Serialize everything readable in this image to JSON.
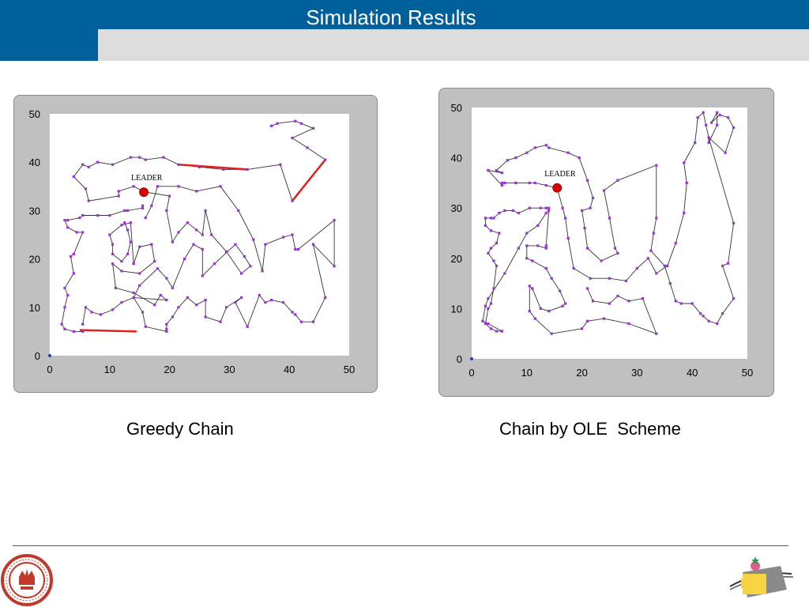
{
  "slide": {
    "title": "Simulation Results"
  },
  "captions": {
    "greedy": "Greedy Chain",
    "ole": "Chain by OLE  Scheme"
  },
  "colors": {
    "header": "#00609c",
    "header_strip": "#dcdcdc",
    "frame": "#c0c0c0",
    "node": "#9b30d8",
    "chain_line": "#333333",
    "long_link": "#e02020",
    "leader": "#e00000",
    "sink": "#1f3fbf"
  },
  "chart_data": [
    {
      "type": "line",
      "xlim": [
        0,
        50
      ],
      "ylim": [
        0,
        50
      ],
      "x_ticks": [
        "0",
        "10",
        "20",
        "30",
        "40",
        "50"
      ],
      "y_ticks": [
        "0",
        "10",
        "20",
        "30",
        "40",
        "50"
      ],
      "grid": false,
      "leader": {
        "label": "LEADER",
        "x": 15.7,
        "y": 33.8
      },
      "sink": {
        "x": 0,
        "y": 0
      },
      "path": [
        [
          16,
          28.5
        ],
        [
          17,
          31
        ],
        [
          18,
          35
        ],
        [
          21.5,
          35
        ],
        [
          24.5,
          34
        ],
        [
          28.5,
          35
        ],
        [
          31.5,
          30
        ],
        [
          34,
          24
        ],
        [
          35.5,
          17.5
        ],
        [
          36,
          23
        ],
        [
          39,
          24.5
        ],
        [
          40.5,
          25
        ],
        [
          41,
          22
        ],
        [
          41.5,
          22
        ],
        [
          47.5,
          28
        ],
        [
          47.5,
          18.5
        ],
        [
          44,
          23
        ],
        [
          46,
          12
        ],
        [
          44,
          7
        ],
        [
          42,
          7
        ],
        [
          41,
          8.5
        ],
        [
          40.5,
          9
        ],
        [
          39,
          11
        ],
        [
          37,
          11.5
        ],
        [
          36,
          11
        ],
        [
          35,
          12.5
        ],
        [
          33,
          6
        ],
        [
          31,
          11
        ],
        [
          32,
          12
        ],
        [
          29.5,
          10
        ],
        [
          28.5,
          7
        ],
        [
          26,
          8
        ],
        [
          26,
          11.5
        ],
        [
          24.5,
          10.5
        ],
        [
          23,
          12
        ],
        [
          21.5,
          10
        ],
        [
          20.5,
          8
        ],
        [
          19.5,
          6.5
        ],
        [
          19.5,
          5.5
        ],
        [
          19.5,
          5
        ],
        [
          16,
          6
        ],
        [
          15.5,
          9
        ],
        [
          14,
          12
        ],
        [
          15,
          14.5
        ],
        [
          18,
          18
        ],
        [
          19.5,
          16
        ],
        [
          20.5,
          14
        ],
        [
          22.5,
          20
        ],
        [
          24,
          23
        ],
        [
          25.5,
          22
        ],
        [
          25.5,
          16.5
        ],
        [
          27.5,
          19
        ],
        [
          31,
          23
        ],
        [
          32.5,
          20.5
        ],
        [
          33.5,
          18.5
        ],
        [
          32,
          17
        ],
        [
          29.5,
          21.5
        ],
        [
          27,
          25
        ],
        [
          26,
          30
        ],
        [
          25.5,
          25
        ],
        [
          24.5,
          26
        ],
        [
          23,
          27.5
        ],
        [
          21.5,
          25.5
        ],
        [
          20.5,
          23.5
        ],
        [
          19.5,
          30
        ],
        [
          20,
          33
        ],
        [
          16,
          33.8
        ],
        [
          14,
          35
        ],
        [
          11.5,
          34
        ],
        [
          11.5,
          33
        ],
        [
          6.5,
          32
        ],
        [
          6,
          34.5
        ],
        [
          4,
          37
        ],
        [
          5.5,
          39.5
        ],
        [
          6.5,
          39
        ],
        [
          8,
          40
        ],
        [
          10.5,
          39.5
        ],
        [
          13.5,
          41
        ],
        [
          15,
          41
        ],
        [
          16,
          40.5
        ],
        [
          19,
          41
        ],
        [
          21.5,
          39.5
        ],
        [
          25,
          39
        ],
        [
          29,
          38.5
        ],
        [
          33,
          38.5
        ],
        [
          38.5,
          39.5
        ],
        [
          40.5,
          32
        ],
        [
          46,
          40.5
        ],
        [
          43,
          43
        ],
        [
          40.5,
          45
        ],
        [
          44,
          47
        ],
        [
          42,
          48
        ],
        [
          41,
          48.5
        ],
        [
          38,
          48
        ],
        [
          37,
          47.5
        ]
      ],
      "secondary_path": [
        [
          15.5,
          31
        ],
        [
          15.5,
          30.5
        ],
        [
          13,
          30
        ],
        [
          12.5,
          30
        ],
        [
          10,
          29
        ],
        [
          8,
          29
        ],
        [
          5.5,
          29
        ],
        [
          5,
          28.5
        ],
        [
          3,
          28
        ],
        [
          2.5,
          28
        ],
        [
          3,
          26.5
        ],
        [
          4.5,
          25.5
        ],
        [
          5.5,
          25.5
        ],
        [
          4,
          21
        ],
        [
          3.5,
          20.5
        ],
        [
          4,
          17
        ],
        [
          2.5,
          14
        ],
        [
          3,
          12.5
        ],
        [
          2.5,
          10
        ],
        [
          2,
          6.5
        ],
        [
          2.5,
          5.5
        ],
        [
          4,
          5
        ],
        [
          5.5,
          5
        ]
      ],
      "tertiary_path": [
        [
          12.5,
          27.5
        ],
        [
          13,
          26
        ],
        [
          13.5,
          23.5
        ],
        [
          13,
          21
        ],
        [
          12,
          19.5
        ],
        [
          10.5,
          21
        ],
        [
          10.5,
          23
        ],
        [
          10,
          25
        ],
        [
          12,
          27
        ],
        [
          13.5,
          27.5
        ],
        [
          14,
          19
        ],
        [
          15,
          22.5
        ],
        [
          17,
          23
        ],
        [
          17.5,
          19.5
        ],
        [
          15,
          17
        ],
        [
          12,
          17.5
        ],
        [
          10.5,
          19
        ],
        [
          11,
          14
        ],
        [
          14,
          13
        ],
        [
          17.5,
          10.5
        ],
        [
          18.5,
          12.5
        ],
        [
          19.5,
          11.5
        ],
        [
          14,
          12
        ],
        [
          12,
          11
        ],
        [
          10.5,
          9.5
        ],
        [
          8.5,
          8.5
        ],
        [
          7,
          9
        ],
        [
          6,
          10
        ],
        [
          5.5,
          6.5
        ]
      ],
      "highlight_links": [
        [
          [
            21.5,
            39.5
          ],
          [
            33,
            38.5
          ]
        ],
        [
          [
            40.5,
            32
          ],
          [
            46,
            40.5
          ]
        ],
        [
          [
            5,
            5.3
          ],
          [
            14.5,
            5
          ]
        ]
      ]
    },
    {
      "type": "line",
      "xlim": [
        0,
        50
      ],
      "ylim": [
        0,
        50
      ],
      "x_ticks": [
        "0",
        "10",
        "20",
        "30",
        "40",
        "50"
      ],
      "y_ticks": [
        "0",
        "10",
        "20",
        "30",
        "40",
        "50"
      ],
      "grid": false,
      "leader": {
        "label": "LEADER",
        "x": 15.5,
        "y": 34
      },
      "sink": {
        "x": 0,
        "y": 0
      },
      "path": [
        [
          15.5,
          34
        ],
        [
          16.5,
          30
        ],
        [
          17,
          28
        ],
        [
          17.5,
          24
        ],
        [
          18.5,
          18
        ],
        [
          21.5,
          16
        ],
        [
          25,
          16
        ],
        [
          28,
          15.5
        ],
        [
          30,
          18
        ],
        [
          32,
          20
        ],
        [
          33.5,
          17
        ],
        [
          35.5,
          18.5
        ],
        [
          37,
          23
        ],
        [
          38.5,
          29
        ],
        [
          39,
          35
        ],
        [
          38.5,
          39
        ],
        [
          40.5,
          43
        ],
        [
          41,
          48
        ],
        [
          42,
          49
        ],
        [
          42.5,
          46.5
        ],
        [
          43,
          44
        ],
        [
          46,
          41
        ],
        [
          47.5,
          46
        ],
        [
          46.5,
          48
        ],
        [
          45,
          48.5
        ],
        [
          43.5,
          47
        ],
        [
          44.5,
          49
        ],
        [
          44.5,
          46.5
        ],
        [
          43,
          43
        ],
        [
          43,
          44
        ],
        [
          47.5,
          27
        ],
        [
          46.5,
          19
        ],
        [
          45.5,
          18.5
        ],
        [
          47.5,
          12
        ],
        [
          45.5,
          9
        ],
        [
          44.5,
          7
        ],
        [
          43,
          7.5
        ],
        [
          42,
          8.5
        ],
        [
          41.5,
          9
        ],
        [
          40,
          11
        ],
        [
          38,
          11
        ],
        [
          37,
          11.5
        ],
        [
          36,
          15
        ],
        [
          35,
          18.5
        ],
        [
          32.5,
          21.5
        ],
        [
          33,
          25
        ],
        [
          33.5,
          28
        ],
        [
          33.5,
          38.5
        ],
        [
          26.5,
          35.5
        ],
        [
          24,
          33.5
        ],
        [
          25,
          28
        ],
        [
          26,
          22
        ],
        [
          26.5,
          21
        ],
        [
          23.5,
          19.5
        ],
        [
          21,
          22
        ],
        [
          20.5,
          26
        ],
        [
          20,
          29.5
        ],
        [
          21.5,
          30
        ],
        [
          22,
          32
        ],
        [
          21,
          35.5
        ],
        [
          19.5,
          40
        ],
        [
          17.5,
          41
        ],
        [
          14,
          42
        ],
        [
          13.5,
          42.5
        ],
        [
          11.5,
          42
        ],
        [
          10,
          41
        ],
        [
          8,
          40
        ],
        [
          6.5,
          39.5
        ],
        [
          4.5,
          37.5
        ],
        [
          5.5,
          37
        ],
        [
          3,
          37.5
        ]
      ],
      "secondary_path": [
        [
          15.5,
          34
        ],
        [
          13.5,
          34.5
        ],
        [
          11.5,
          35
        ],
        [
          10.5,
          35
        ],
        [
          8,
          35
        ],
        [
          6,
          35
        ],
        [
          5.5,
          35
        ],
        [
          5.5,
          34.5
        ],
        [
          3,
          37.5
        ]
      ],
      "tertiary_path": [
        [
          14,
          30
        ],
        [
          13.5,
          30
        ],
        [
          12.5,
          30
        ],
        [
          10.5,
          30
        ],
        [
          8.5,
          29
        ],
        [
          7.5,
          29.5
        ],
        [
          6,
          29.5
        ],
        [
          5,
          29
        ],
        [
          4,
          28
        ],
        [
          3.5,
          28
        ],
        [
          2.5,
          28
        ],
        [
          2.5,
          26.5
        ],
        [
          3.5,
          25.5
        ],
        [
          5,
          25
        ],
        [
          4.5,
          23
        ],
        [
          3.5,
          22
        ],
        [
          3,
          21
        ],
        [
          4,
          19.5
        ],
        [
          4.5,
          18.5
        ],
        [
          4,
          14
        ],
        [
          3.5,
          11
        ],
        [
          3,
          10
        ],
        [
          2.5,
          7
        ],
        [
          3.5,
          6
        ],
        [
          4.5,
          5.5
        ],
        [
          5.5,
          5.5
        ],
        [
          3,
          7
        ],
        [
          2,
          7.5
        ],
        [
          2.5,
          10.5
        ],
        [
          3,
          12
        ],
        [
          6,
          17
        ],
        [
          8.5,
          22
        ],
        [
          10,
          25
        ],
        [
          12,
          26.5
        ],
        [
          13.5,
          29
        ],
        [
          14,
          29.5
        ],
        [
          13.5,
          22.5
        ],
        [
          13.5,
          22
        ],
        [
          12,
          22.5
        ],
        [
          10,
          22.5
        ],
        [
          10,
          20
        ],
        [
          11,
          19.5
        ],
        [
          13.5,
          18
        ],
        [
          14.5,
          16
        ],
        [
          16,
          13.5
        ],
        [
          17,
          11
        ],
        [
          16.5,
          10.5
        ],
        [
          14,
          9.5
        ],
        [
          12.5,
          10
        ],
        [
          11,
          14
        ],
        [
          10.5,
          14.5
        ],
        [
          10.5,
          9.5
        ],
        [
          11.5,
          8
        ],
        [
          14.5,
          5
        ],
        [
          20,
          6
        ],
        [
          21,
          7.5
        ],
        [
          24,
          8
        ],
        [
          28.5,
          7
        ],
        [
          33.5,
          5
        ],
        [
          31,
          12
        ],
        [
          28.5,
          11.5
        ],
        [
          26.5,
          12.5
        ],
        [
          25,
          11
        ],
        [
          22,
          11.5
        ],
        [
          21,
          14
        ]
      ],
      "highlight_links": []
    }
  ]
}
